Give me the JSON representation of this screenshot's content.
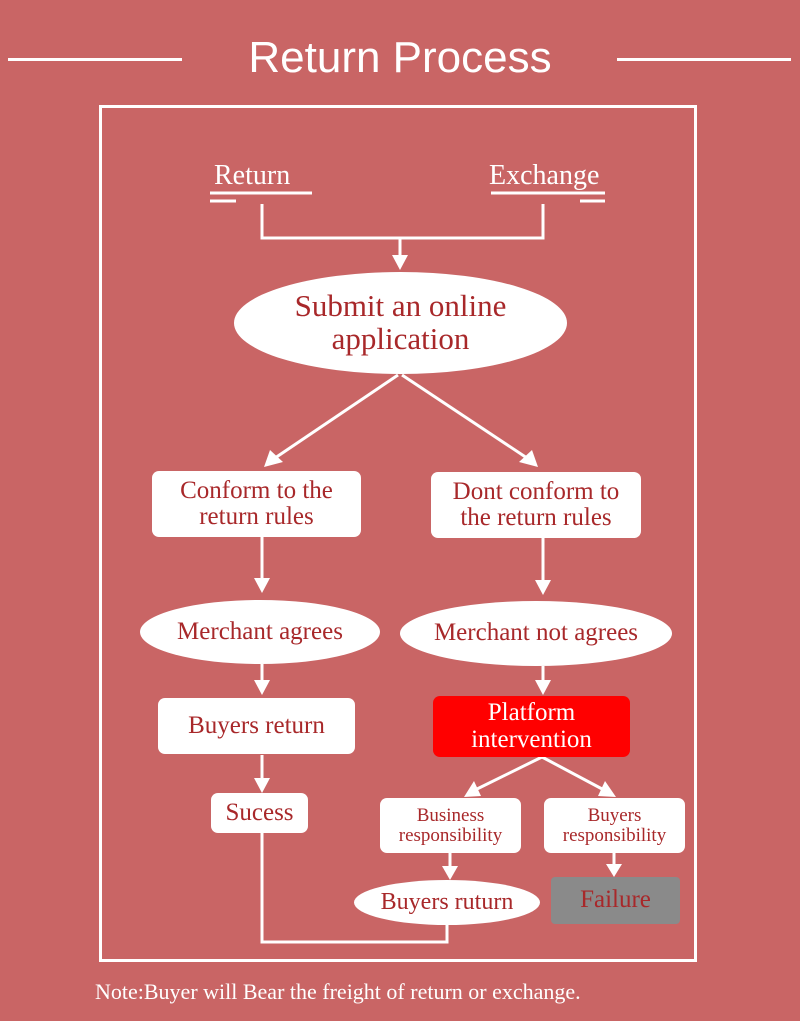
{
  "title": "Return Process",
  "nodes": {
    "return": "Return",
    "exchange": "Exchange",
    "submit": [
      "Submit an online",
      "application"
    ],
    "conform": [
      "Conform to the",
      "return rules"
    ],
    "dont_conform": [
      "Dont conform to",
      "the return rules"
    ],
    "merchant_agrees": "Merchant agrees",
    "merchant_not_agrees": "Merchant not agrees",
    "buyers_return": "Buyers return",
    "platform": [
      "Platform",
      "intervention"
    ],
    "sucess": "Sucess",
    "business_resp": [
      "Business",
      "responsibility"
    ],
    "buyers_resp": [
      "Buyers",
      "responsibility"
    ],
    "buyers_ruturn": "Buyers ruturn",
    "failure": "Failure"
  },
  "note": "Note:Buyer will Bear the freight of return or exchange.",
  "colors": {
    "background": "#c96565",
    "node_text": "#a8282a",
    "platform_fill": "#ff0000",
    "failure_fill": "#8a8a8a",
    "failure_text": "#a8282a",
    "line": "#ffffff"
  }
}
